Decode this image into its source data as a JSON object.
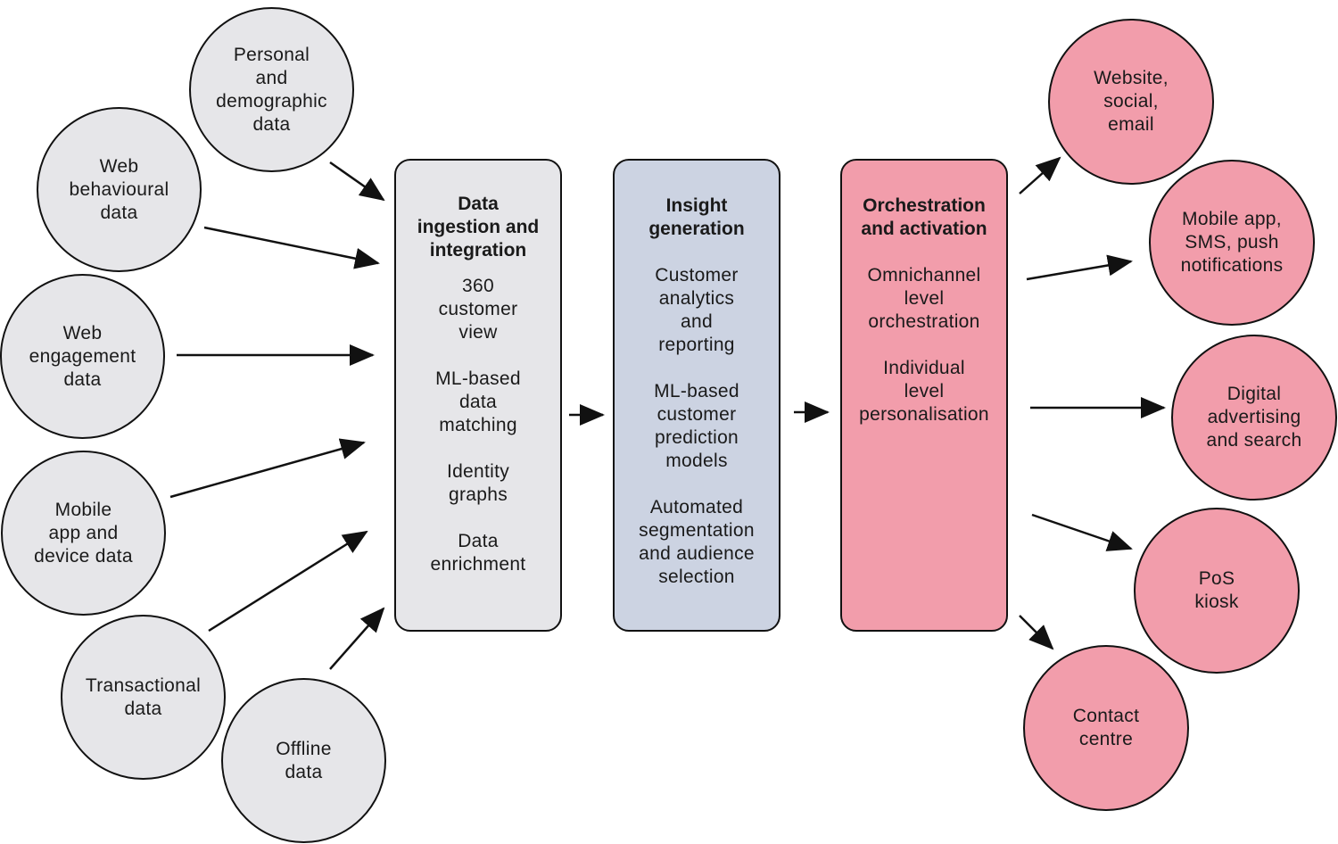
{
  "sources": [
    {
      "id": "personal",
      "label": "Personal\nand\ndemographic\ndata"
    },
    {
      "id": "web-behavioural",
      "label": "Web\nbehavioural\ndata"
    },
    {
      "id": "web-engagement",
      "label": "Web\nengagement\ndata"
    },
    {
      "id": "mobile",
      "label": "Mobile\napp and\ndevice data"
    },
    {
      "id": "transactional",
      "label": "Transactional\ndata"
    },
    {
      "id": "offline",
      "label": "Offline\ndata"
    }
  ],
  "stages": [
    {
      "title": "Data\ningestion and\nintegration",
      "items": [
        "360\ncustomer\nview",
        "ML-based\ndata\nmatching",
        "Identity\ngraphs",
        "Data\nenrichment"
      ]
    },
    {
      "title": "Insight\ngeneration",
      "items": [
        "Customer\nanalytics\nand\nreporting",
        "ML-based\ncustomer\nprediction\nmodels",
        "Automated\nsegmentation\nand audience\nselection"
      ]
    },
    {
      "title": "Orchestration\nand activation",
      "items": [
        "Omnichannel\nlevel\norchestration",
        "Individual\nlevel\npersonalisation"
      ]
    }
  ],
  "outputs": [
    {
      "id": "website",
      "label": "Website,\nsocial,\nemail"
    },
    {
      "id": "mobile-app",
      "label": "Mobile app,\nSMS, push\nnotifications"
    },
    {
      "id": "digital-ads",
      "label": "Digital\nadvertising\nand search"
    },
    {
      "id": "pos",
      "label": "PoS\nkiosk"
    },
    {
      "id": "contact-centre",
      "label": "Contact\ncentre"
    }
  ],
  "colors": {
    "source_fill": "#e6e6e9",
    "stage1_fill": "#e6e6e9",
    "stage2_fill": "#ccd3e2",
    "stage3_fill": "#f29dab",
    "output_fill": "#f29dab",
    "stroke": "#111111"
  }
}
